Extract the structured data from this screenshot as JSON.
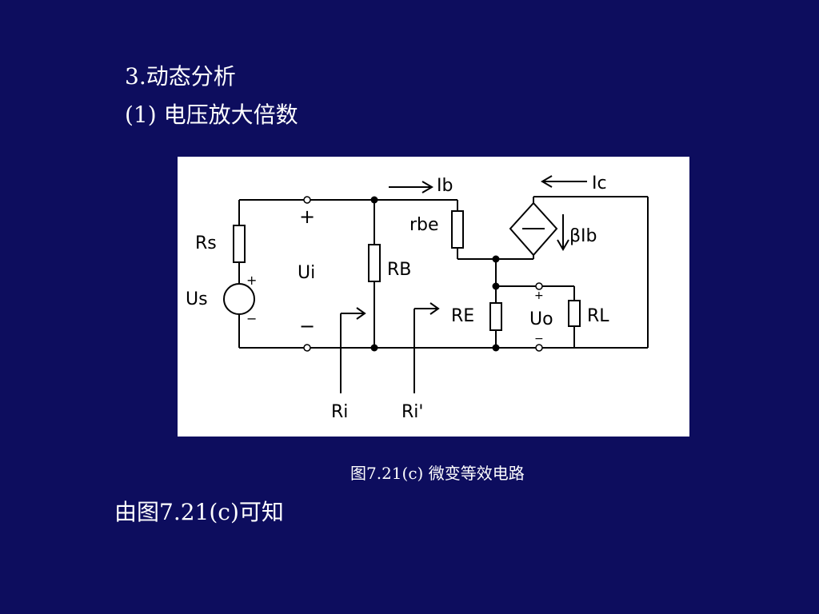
{
  "slide": {
    "heading_1": "3.动态分析",
    "heading_2": "(1) 电压放大倍数",
    "caption": "图7.21(c)  微变等效电路",
    "bottom_text": "由图7.21(c)可知"
  },
  "circuit": {
    "labels": {
      "rs": "Rs",
      "us": "Us",
      "plus": "+",
      "minus": "−",
      "ui": "Ui",
      "rb": "RB",
      "rbe": "rbe",
      "ib": "Ib",
      "ic": "Ic",
      "beta_ib": "βIb",
      "re": "RE",
      "uo": "Uo",
      "rl": "RL",
      "ri": "Ri",
      "ri_prime": "Ri'"
    }
  }
}
